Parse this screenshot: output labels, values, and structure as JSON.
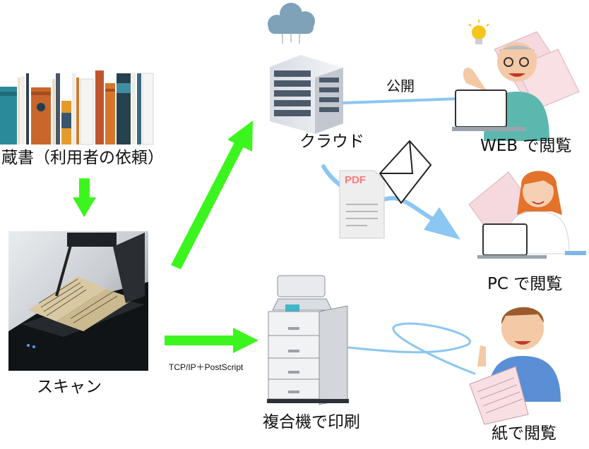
{
  "labels": {
    "books": "蔵書（利用者の依頼）",
    "scan": "スキャン",
    "cloud": "クラウド",
    "publish": "公開",
    "web_view": "WEB で閲覧",
    "pc_view": "PC で閲覧",
    "mfp_print": "複合機で印刷",
    "paper_view": "紙で閲覧",
    "protocol": "TCP/IP＋PostScript",
    "pdf_badge": "PDF"
  },
  "colors": {
    "arrow_green": "#3df51e",
    "flow_blue": "#8cc6f2",
    "cloud_blue": "#7fa2b8"
  },
  "icons": [
    "bookshelf-icon",
    "book-scanner-photo",
    "cloud-server-icon",
    "pdf-file-icon",
    "envelope-icon",
    "multifunction-printer-icon",
    "person-web-icon",
    "person-pc-icon",
    "person-paper-icon",
    "lightbulb-icon"
  ]
}
